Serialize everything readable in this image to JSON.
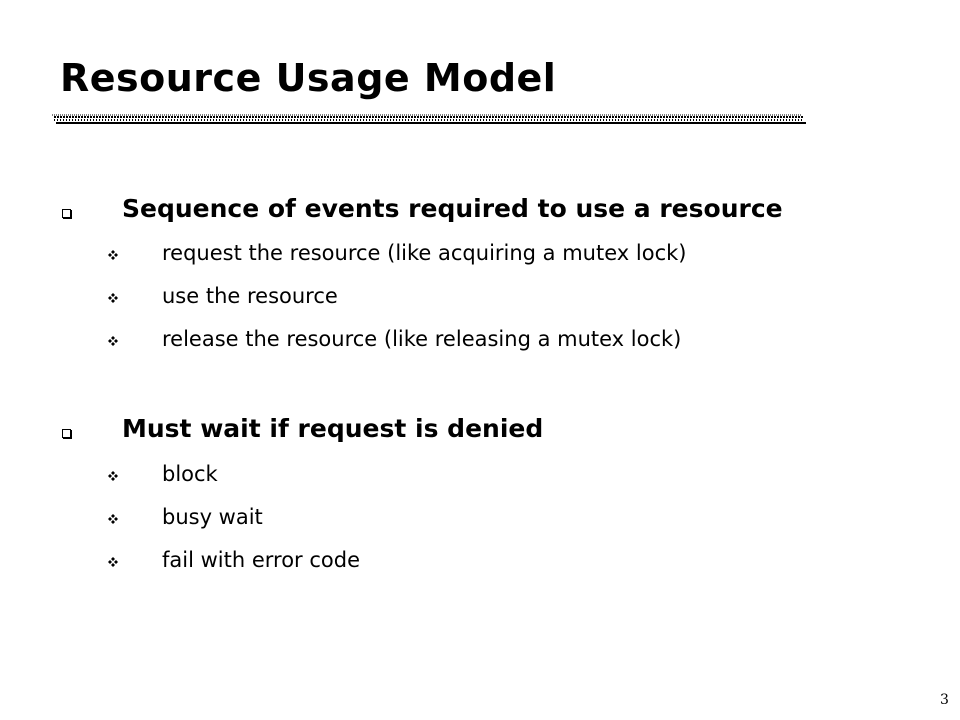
{
  "slide": {
    "title": "Resource Usage Model",
    "page_number": "3",
    "sections": [
      {
        "heading": "Sequence of events required to use a resource",
        "items": [
          "request the resource (like acquiring a mutex lock)",
          "use the resource",
          "release the resource (like releasing a mutex lock)"
        ]
      },
      {
        "heading": "Must wait if request is denied",
        "items": [
          "block",
          "busy wait",
          "fail with error code"
        ]
      }
    ]
  },
  "colors": {
    "text": "#000000",
    "background": "#ffffff"
  },
  "icons": {
    "level1": "hollow-square-bullet-icon",
    "level2": "four-diamond-bullet-icon"
  }
}
